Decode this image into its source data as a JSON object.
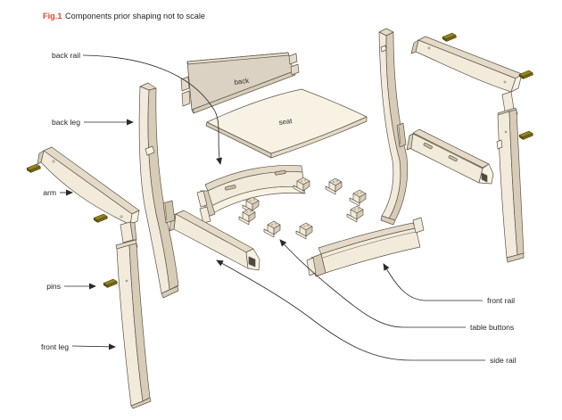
{
  "figure": {
    "tag": "Fig.1",
    "title_main": "Components prior shaping",
    "title_note": "not to scale"
  },
  "part_labels": {
    "back_rail": "back rail",
    "back_leg": "back leg",
    "arm": "arm",
    "pins": "pins",
    "front_leg": "front leg",
    "front_rail": "front rail",
    "table_buttons": "table buttons",
    "side_rail": "side rail"
  },
  "part_texts": {
    "back_panel": "back",
    "seat": "seat"
  },
  "colors": {
    "figure_tag": "#e8432d",
    "label_text": "#231f20",
    "wood_light": "#f2ebdc",
    "wood_lighter": "#f7f2e4",
    "wood_mid": "#e4dac7",
    "wood_dark": "#d7ccb8",
    "panel_face": "#dbd2c3",
    "outline": "#5c5547",
    "pin_olive": "#8a7b1e",
    "leader_line": "#2c2a28"
  }
}
